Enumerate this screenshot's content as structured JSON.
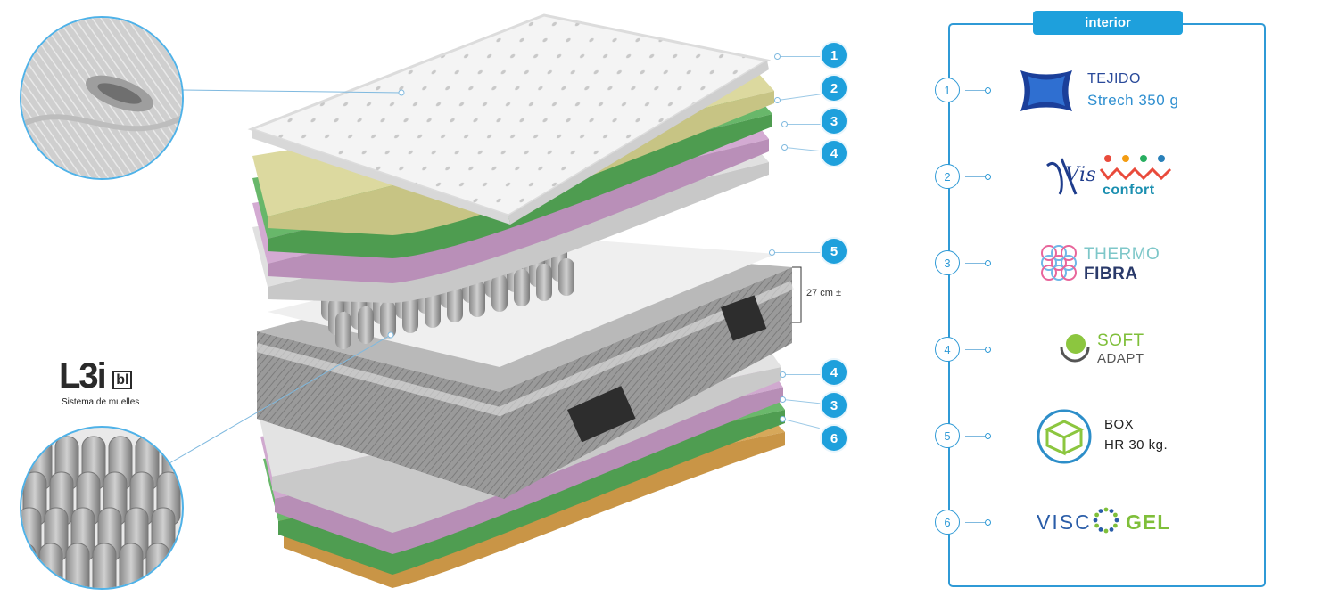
{
  "panel": {
    "title": "interior",
    "items": [
      {
        "number": "1",
        "line1": "TEJIDO",
        "line2": "Strech 350 g",
        "icon": "tejido-fabric-icon"
      },
      {
        "number": "2",
        "line1": "Vis",
        "line2": "confort",
        "icon": "visconfort-logo-icon"
      },
      {
        "number": "3",
        "line1": "THERMO",
        "line2": "FIBRA",
        "icon": "thermofibra-logo-icon"
      },
      {
        "number": "4",
        "line1": "SOFT",
        "line2": "ADAPT",
        "icon": "softadapt-logo-icon"
      },
      {
        "number": "5",
        "line1": "BOX",
        "line2": "HR 30 kg.",
        "icon": "box-cube-icon"
      },
      {
        "number": "6",
        "line1": "VISC",
        "line2": "GEL",
        "icon": "viscogel-dots-icon"
      }
    ]
  },
  "callouts": [
    "1",
    "2",
    "3",
    "4",
    "5",
    "4",
    "3",
    "6"
  ],
  "dimension": "27 cm ±",
  "spring_system": {
    "logo_text": "L3i",
    "logo_suffix": "bl",
    "caption": "Sistema de muelles"
  },
  "colors": {
    "accent": "#1ea0dc",
    "layer_yellow": "#d9d79a",
    "layer_green": "#5cae5e",
    "layer_pink": "#c9a0c8",
    "layer_grey": "#d4d4d4",
    "layer_orange": "#d7a85a"
  }
}
